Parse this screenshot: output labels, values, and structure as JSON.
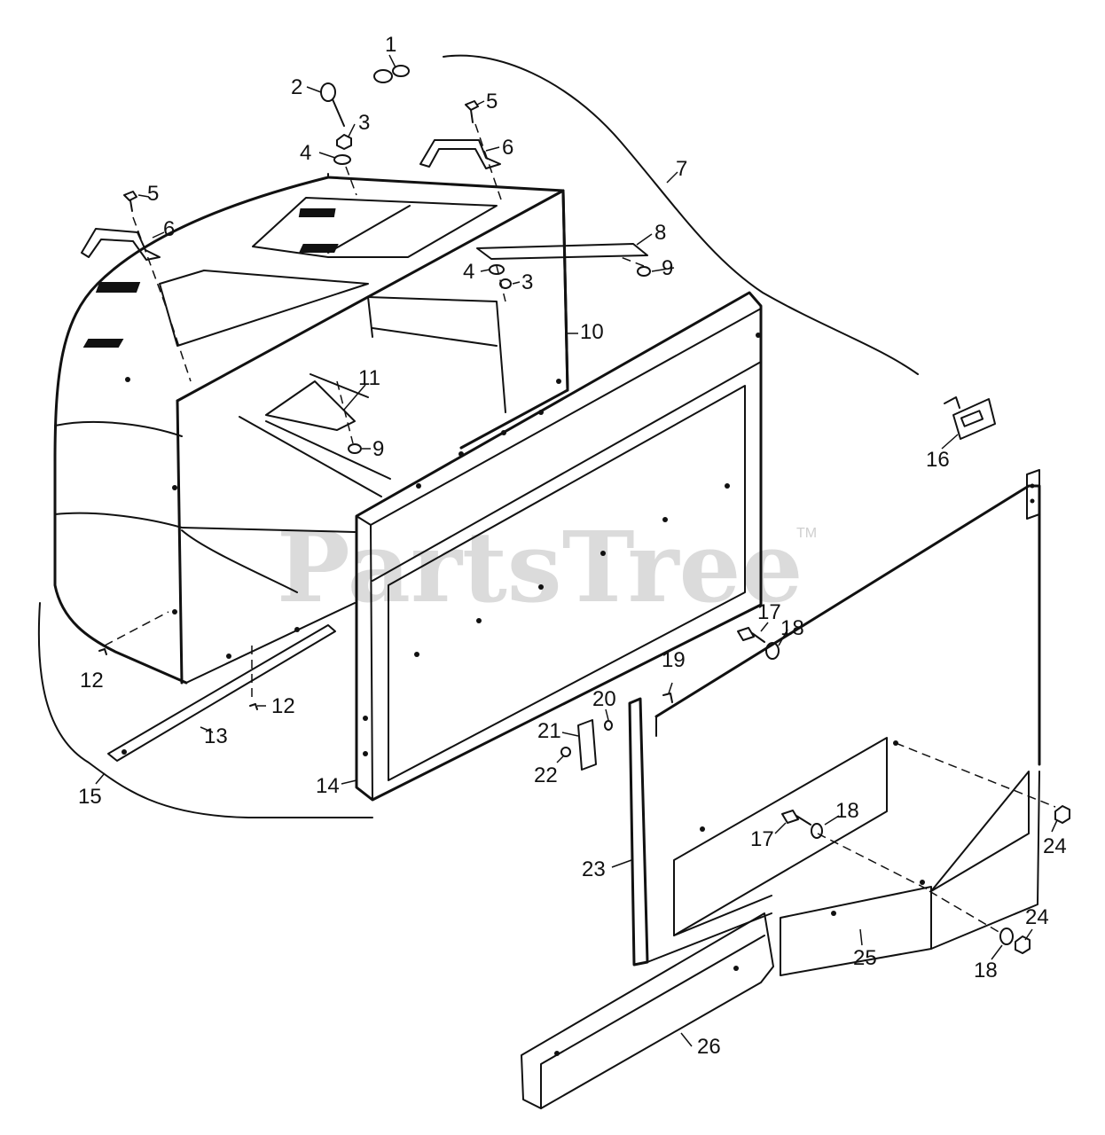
{
  "watermark": {
    "text": "PartsTree",
    "trademark": "TM"
  },
  "callouts": {
    "c1": "1",
    "c2": "2",
    "c3a": "3",
    "c3b": "3",
    "c4a": "4",
    "c4b": "4",
    "c5a": "5",
    "c5b": "5",
    "c6a": "6",
    "c6b": "6",
    "c7": "7",
    "c8": "8",
    "c9a": "9",
    "c9b": "9",
    "c10": "10",
    "c11": "11",
    "c12a": "12",
    "c12b": "12",
    "c13": "13",
    "c14": "14",
    "c15": "15",
    "c16": "16",
    "c17a": "17",
    "c17b": "17",
    "c18a": "18",
    "c18b": "18",
    "c18c": "18",
    "c19": "19",
    "c20": "20",
    "c21": "21",
    "c22": "22",
    "c23": "23",
    "c24a": "24",
    "c24b": "24",
    "c25": "25",
    "c26": "26"
  }
}
